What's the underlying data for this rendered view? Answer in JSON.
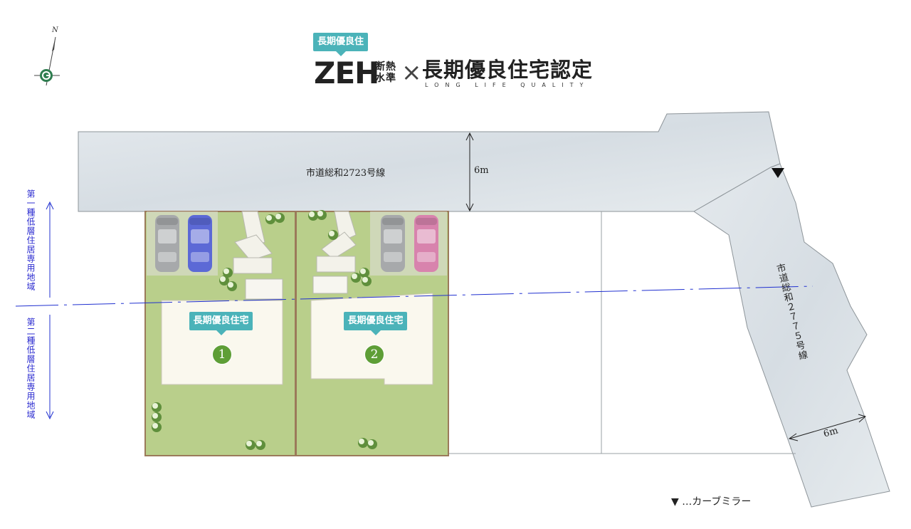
{
  "header": {
    "top_badge": "長期優良住宅",
    "zeh": "ZEH",
    "zeh_sub_line1": "断熱",
    "zeh_sub_line2": "水準",
    "cross": "×",
    "certification": "長期優良住宅認定",
    "tagline": "LONG LIFE QUALITY"
  },
  "compass": {
    "north_label": "N"
  },
  "roads": {
    "top_name": "市道総和2723号線",
    "top_width": "6m",
    "right_name": "市道総和２７７５号線",
    "right_width": "6m"
  },
  "zoning": {
    "north_label": "第一種低層住居専用地域",
    "south_label": "第二種低層住居専用地域"
  },
  "lots": [
    {
      "badge": "長期優良住宅",
      "number": "1"
    },
    {
      "badge": "長期優良住宅",
      "number": "2"
    }
  ],
  "legend": {
    "symbol": "▼",
    "text": "…カーブミラー"
  },
  "colors": {
    "road": "#dde3e8",
    "lawn": "#b9cf8b",
    "house": "#faf8ee",
    "zone_line": "#2030d0",
    "badge": "#4bb3b9",
    "lot_number": "#5e9e36",
    "car_blue": "#5c69d6",
    "car_pink": "#d883ad",
    "car_gray": "#a7a9ab"
  }
}
